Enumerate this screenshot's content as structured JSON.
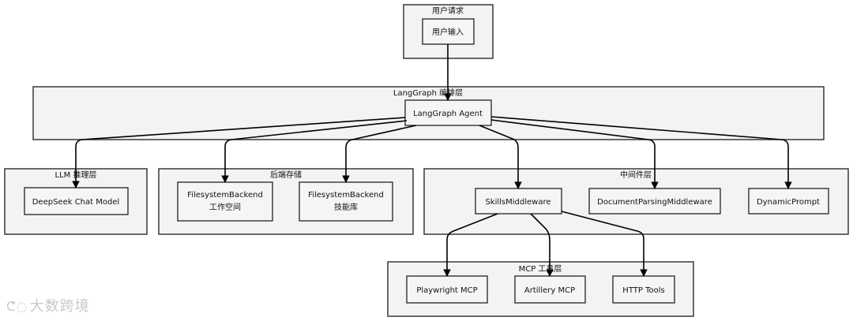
{
  "groups": {
    "user_request": "用户请求",
    "orchestration": "LangGraph 编排层",
    "llm": "LLM 推理层",
    "backend": "后端存储",
    "middleware": "中间件层",
    "mcp": "MCP 工具层"
  },
  "nodes": {
    "user_input": "用户输入",
    "agent": "LangGraph Agent",
    "deepseek": "DeepSeek Chat Model",
    "fs_workspace_1": "FilesystemBackend",
    "fs_workspace_2": "工作空间",
    "fs_skills_1": "FilesystemBackend",
    "fs_skills_2": "技能库",
    "skills_mw": "SkillsMiddleware",
    "docparse_mw": "DocumentParsingMiddleware",
    "dynamic_prompt": "DynamicPrompt",
    "playwright": "Playwright MCP",
    "artillery": "Artillery MCP",
    "http_tools": "HTTP Tools"
  },
  "watermark": "大数跨境"
}
